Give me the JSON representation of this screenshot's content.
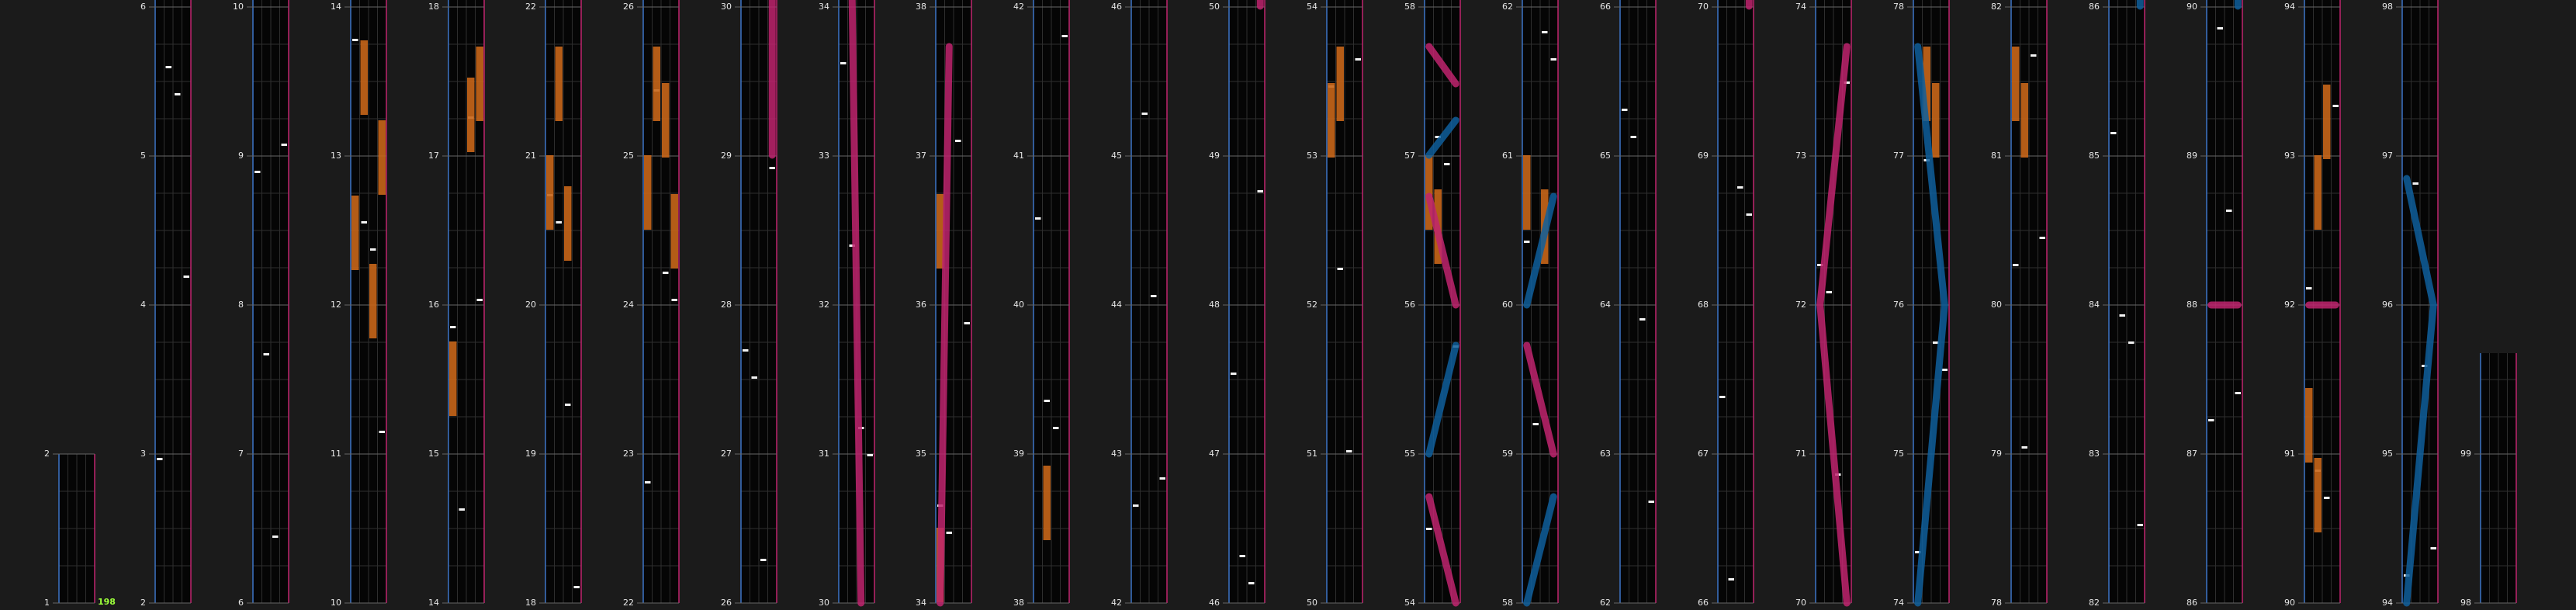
{
  "chart_title": "",
  "combo_text": "198",
  "colors": {
    "background": "#1b1b1b",
    "lane": "#050505",
    "grid": "#2e2e2e",
    "edge_left": "#3d74c7",
    "edge_right": "#c0246e",
    "tap_note": "#f2f2f2",
    "hold_note": "#c8661a",
    "slide_pink": "#c0246e",
    "slide_blue": "#0f5f9c",
    "combo_text": "#9cff3a"
  },
  "measures": [
    {
      "n": "1"
    },
    {
      "n": "2"
    },
    {
      "n": "2"
    },
    {
      "n": "3"
    },
    {
      "n": "4"
    },
    {
      "n": "5"
    },
    {
      "n": "6"
    },
    {
      "n": "6"
    },
    {
      "n": "7"
    },
    {
      "n": "8"
    },
    {
      "n": "9"
    },
    {
      "n": "10"
    },
    {
      "n": "10"
    },
    {
      "n": "11"
    },
    {
      "n": "12"
    },
    {
      "n": "13"
    },
    {
      "n": "14"
    },
    {
      "n": "14"
    },
    {
      "n": "15"
    },
    {
      "n": "16"
    },
    {
      "n": "17"
    },
    {
      "n": "18"
    },
    {
      "n": "18"
    },
    {
      "n": "19"
    },
    {
      "n": "20"
    },
    {
      "n": "21"
    },
    {
      "n": "22"
    },
    {
      "n": "22"
    },
    {
      "n": "23"
    },
    {
      "n": "24"
    },
    {
      "n": "25"
    },
    {
      "n": "26"
    },
    {
      "n": "26"
    },
    {
      "n": "27"
    },
    {
      "n": "28"
    },
    {
      "n": "29"
    },
    {
      "n": "30"
    },
    {
      "n": "30"
    },
    {
      "n": "31"
    },
    {
      "n": "32"
    },
    {
      "n": "33"
    },
    {
      "n": "34"
    },
    {
      "n": "34"
    },
    {
      "n": "35"
    },
    {
      "n": "36"
    },
    {
      "n": "37"
    },
    {
      "n": "38"
    },
    {
      "n": "38"
    },
    {
      "n": "39"
    },
    {
      "n": "40"
    },
    {
      "n": "41"
    },
    {
      "n": "42"
    },
    {
      "n": "42"
    },
    {
      "n": "43"
    },
    {
      "n": "44"
    },
    {
      "n": "45"
    },
    {
      "n": "46"
    },
    {
      "n": "46"
    },
    {
      "n": "47"
    },
    {
      "n": "48"
    },
    {
      "n": "49"
    },
    {
      "n": "50"
    },
    {
      "n": "50"
    },
    {
      "n": "51"
    },
    {
      "n": "52"
    },
    {
      "n": "53"
    },
    {
      "n": "54"
    },
    {
      "n": "54"
    },
    {
      "n": "55"
    },
    {
      "n": "56"
    },
    {
      "n": "57"
    },
    {
      "n": "58"
    },
    {
      "n": "58"
    },
    {
      "n": "59"
    },
    {
      "n": "60"
    },
    {
      "n": "61"
    },
    {
      "n": "62"
    },
    {
      "n": "62"
    },
    {
      "n": "63"
    },
    {
      "n": "64"
    },
    {
      "n": "65"
    },
    {
      "n": "66"
    },
    {
      "n": "66"
    },
    {
      "n": "67"
    },
    {
      "n": "68"
    },
    {
      "n": "69"
    },
    {
      "n": "70"
    },
    {
      "n": "70"
    },
    {
      "n": "71"
    },
    {
      "n": "72"
    },
    {
      "n": "73"
    },
    {
      "n": "74"
    },
    {
      "n": "74"
    },
    {
      "n": "75"
    },
    {
      "n": "76"
    },
    {
      "n": "77"
    },
    {
      "n": "78"
    },
    {
      "n": "78"
    },
    {
      "n": "79"
    },
    {
      "n": "80"
    },
    {
      "n": "81"
    },
    {
      "n": "82"
    },
    {
      "n": "82"
    },
    {
      "n": "83"
    },
    {
      "n": "84"
    },
    {
      "n": "85"
    },
    {
      "n": "86"
    },
    {
      "n": "86"
    },
    {
      "n": "87"
    },
    {
      "n": "88"
    },
    {
      "n": "89"
    },
    {
      "n": "90"
    },
    {
      "n": "90"
    },
    {
      "n": "91"
    },
    {
      "n": "92"
    },
    {
      "n": "93"
    },
    {
      "n": "94"
    },
    {
      "n": "94"
    },
    {
      "n": "95"
    },
    {
      "n": "96"
    },
    {
      "n": "97"
    },
    {
      "n": "98"
    },
    {
      "n": "98"
    },
    {
      "n": "99"
    }
  ]
}
